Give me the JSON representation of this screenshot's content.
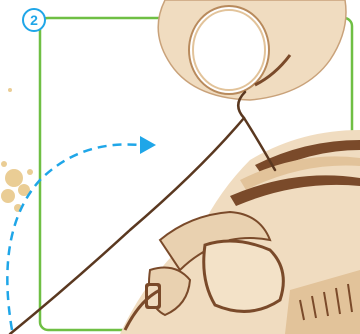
{
  "step": {
    "number": "2"
  },
  "colors": {
    "frame": "#6fbf44",
    "badge": "#1fa6e8",
    "arrow": "#1fa6e8",
    "wood_light": "#f0dcc0",
    "wood_dark": "#7a4a2a",
    "cord": "#5a3820",
    "splash": "#e8c88a"
  },
  "icons": {
    "ring": "wooden-ring-piece",
    "cord": "brown-cord",
    "arrow": "dashed-curved-arrow",
    "model": "wooden-layered-model"
  }
}
